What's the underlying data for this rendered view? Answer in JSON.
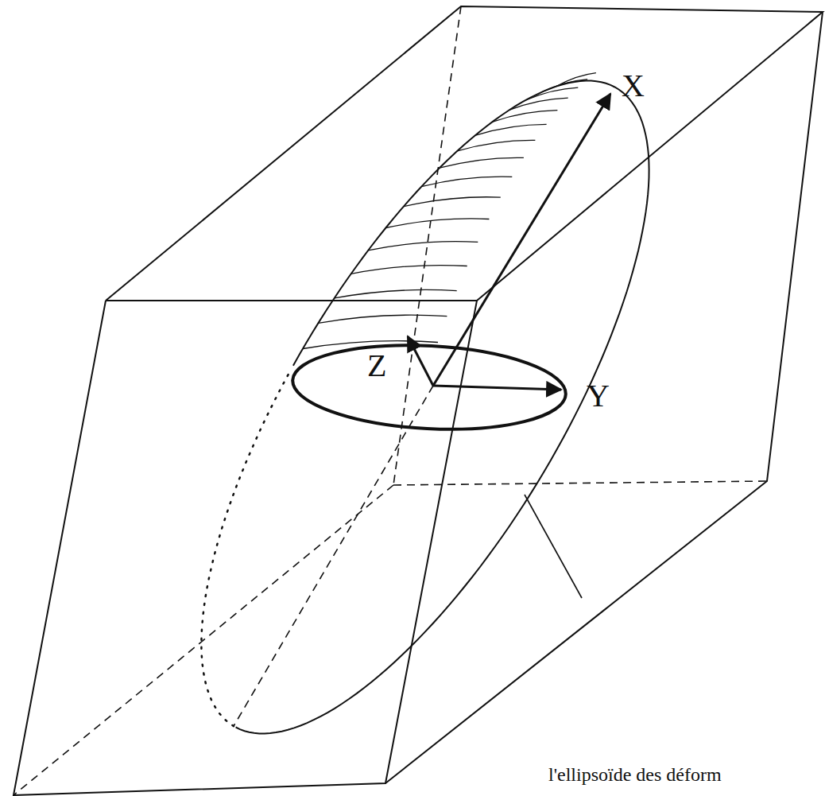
{
  "diagram": {
    "labels": [
      "X",
      "Z",
      "Y",
      "l'ellipsoïde des déform"
    ]
  }
}
